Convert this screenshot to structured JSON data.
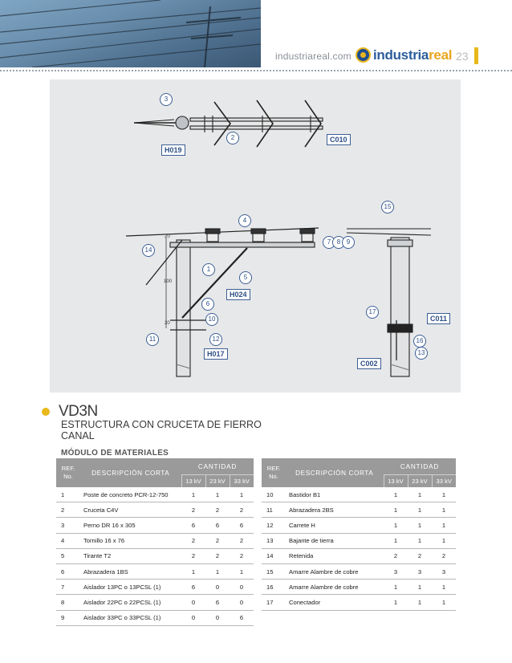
{
  "header": {
    "website": "industriareal.com",
    "brand_part1": "industria",
    "brand_part2": "real",
    "page_number": "23"
  },
  "diagram": {
    "tags": [
      "H019",
      "C010",
      "H024",
      "H017",
      "C011",
      "C002"
    ],
    "numbers": [
      "3",
      "2",
      "4",
      "14",
      "1",
      "5",
      "6",
      "10",
      "11",
      "12",
      "7",
      "8",
      "9",
      "15",
      "17",
      "16",
      "13"
    ],
    "dimensions": [
      "20",
      "100",
      "20"
    ]
  },
  "structure": {
    "code": "VD3N",
    "description": "ESTRUCTURA CON CRUCETA DE FIERRO CANAL",
    "module_title": "MÓDULO DE MATERIALES"
  },
  "table_headers": {
    "ref": "REF. No.",
    "description": "DESCRIPCIÓN CORTA",
    "quantity": "CANTIDAD",
    "kv": [
      "13 kV",
      "23 kV",
      "33 kV"
    ]
  },
  "materials_left": [
    {
      "ref": "1",
      "desc": "Poste de concreto PCR-12-750",
      "q13": "1",
      "q23": "1",
      "q33": "1"
    },
    {
      "ref": "2",
      "desc": "Cruceta C4V",
      "q13": "2",
      "q23": "2",
      "q33": "2"
    },
    {
      "ref": "3",
      "desc": "Perno DR 16 x 305",
      "q13": "6",
      "q23": "6",
      "q33": "6"
    },
    {
      "ref": "4",
      "desc": "Tornillo 16 x 76",
      "q13": "2",
      "q23": "2",
      "q33": "2"
    },
    {
      "ref": "5",
      "desc": "Tirante T2",
      "q13": "2",
      "q23": "2",
      "q33": "2"
    },
    {
      "ref": "6",
      "desc": "Abrazadera 1BS",
      "q13": "1",
      "q23": "1",
      "q33": "1"
    },
    {
      "ref": "7",
      "desc": "Aislador 13PC o 13PCSL (1)",
      "q13": "6",
      "q23": "0",
      "q33": "0"
    },
    {
      "ref": "8",
      "desc": "Aislador 22PC o 22PCSL (1)",
      "q13": "0",
      "q23": "6",
      "q33": "0"
    },
    {
      "ref": "9",
      "desc": "Aislador 33PC o 33PCSL (1)",
      "q13": "0",
      "q23": "0",
      "q33": "6"
    }
  ],
  "materials_right": [
    {
      "ref": "10",
      "desc": "Bastidor B1",
      "q13": "1",
      "q23": "1",
      "q33": "1"
    },
    {
      "ref": "11",
      "desc": "Abrazadera 2BS",
      "q13": "1",
      "q23": "1",
      "q33": "1"
    },
    {
      "ref": "12",
      "desc": "Carrete H",
      "q13": "1",
      "q23": "1",
      "q33": "1"
    },
    {
      "ref": "13",
      "desc": "Bajante de tierra",
      "q13": "1",
      "q23": "1",
      "q33": "1"
    },
    {
      "ref": "14",
      "desc": "Retenida",
      "q13": "2",
      "q23": "2",
      "q33": "2"
    },
    {
      "ref": "15",
      "desc": "Amarre Alambre de cobre",
      "q13": "3",
      "q23": "3",
      "q33": "3"
    },
    {
      "ref": "16",
      "desc": "Amarre Alambre de cobre",
      "q13": "1",
      "q23": "1",
      "q33": "1"
    },
    {
      "ref": "17",
      "desc": "Conectador",
      "q13": "1",
      "q23": "1",
      "q33": "1"
    }
  ]
}
